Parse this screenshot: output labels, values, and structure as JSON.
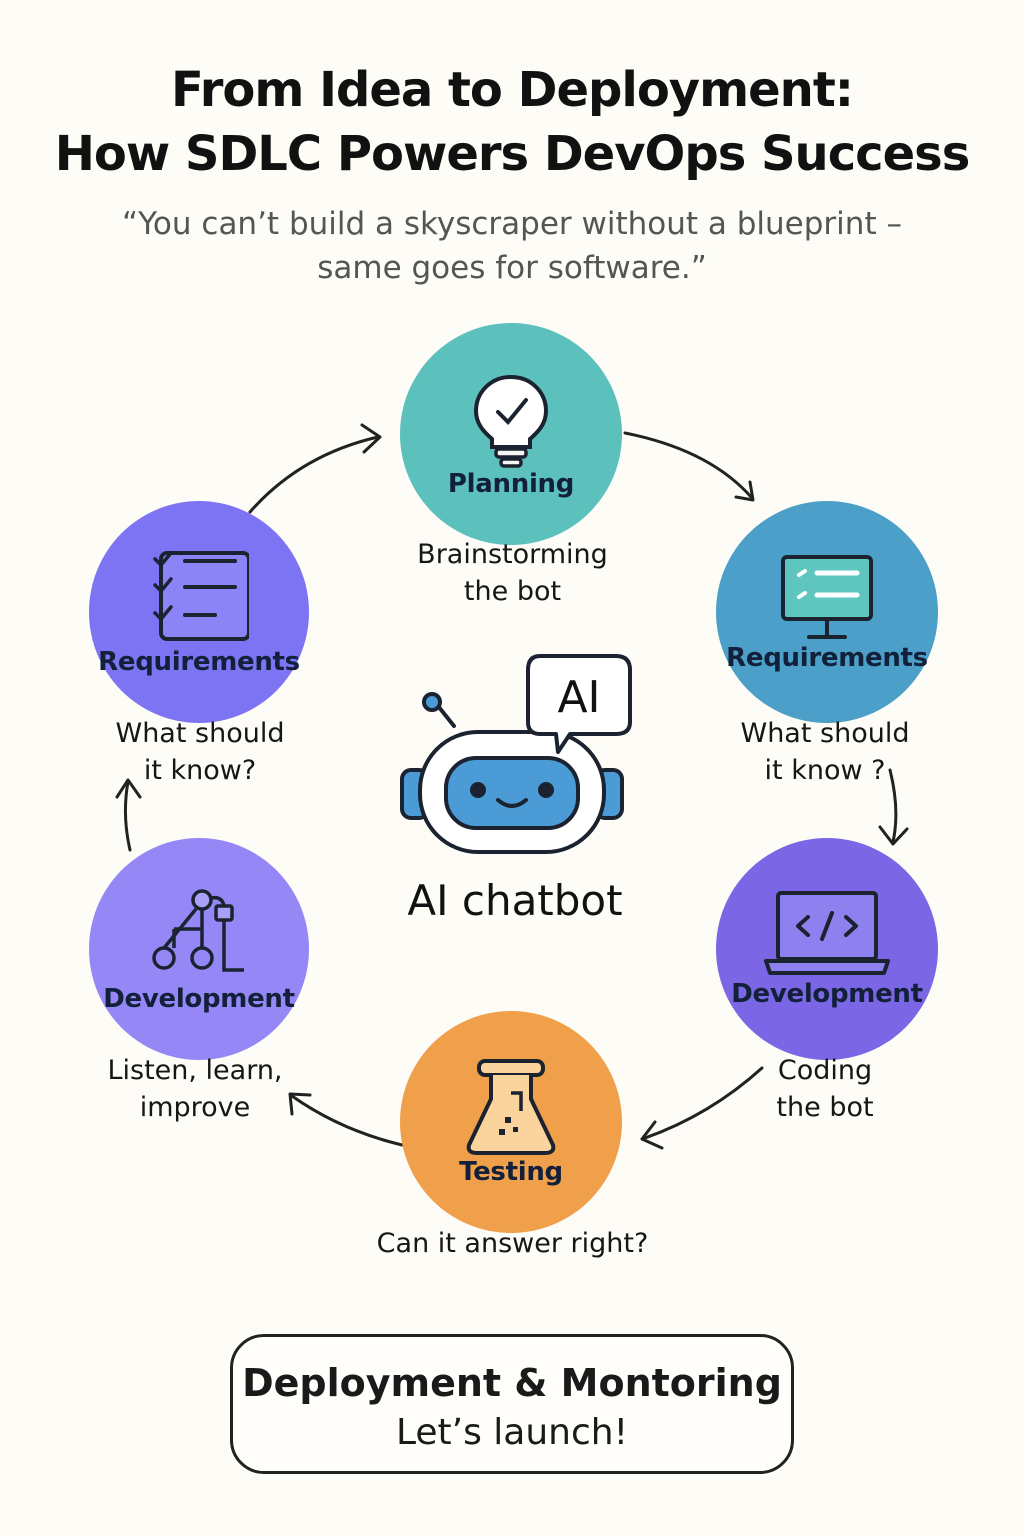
{
  "title": {
    "line1": "From Idea to Deployment:",
    "line2": "How SDLC Powers DevOps Success"
  },
  "quote": {
    "line1": "“You can’t build a skyscraper without a blueprint –",
    "line2": "same goes for software.”"
  },
  "center": {
    "label": "AI chatbot",
    "bubble_text": "AI"
  },
  "stages": [
    {
      "name": "Planning",
      "caption_line1": "Brainstorming",
      "caption_line2": "the bot",
      "color": "#5cc0bd",
      "icon": "lightbulb-check-icon"
    },
    {
      "name": "Requirements",
      "caption_line1": "What should",
      "caption_line2": "it know ?",
      "color": "#4b9fc8",
      "icon": "monitor-list-icon"
    },
    {
      "name": "Development",
      "caption_line1": "Coding",
      "caption_line2": "the bot",
      "color": "#7b66e6",
      "icon": "laptop-code-icon"
    },
    {
      "name": "Testing",
      "caption_line1": "Can it answer right?",
      "caption_line2": "",
      "color": "#f0a04a",
      "icon": "flask-icon"
    },
    {
      "name": "Development",
      "caption_line1": "Listen, learn,",
      "caption_line2": "improve",
      "color": "#9588f6",
      "icon": "flowchart-icon"
    },
    {
      "name": "Requirements",
      "caption_line1": "What should",
      "caption_line2": "it know?",
      "color": "#7d74f4",
      "icon": "checklist-icon"
    }
  ],
  "deployment": {
    "title": "Deployment & Montoring",
    "subtitle": "Let’s launch!"
  }
}
